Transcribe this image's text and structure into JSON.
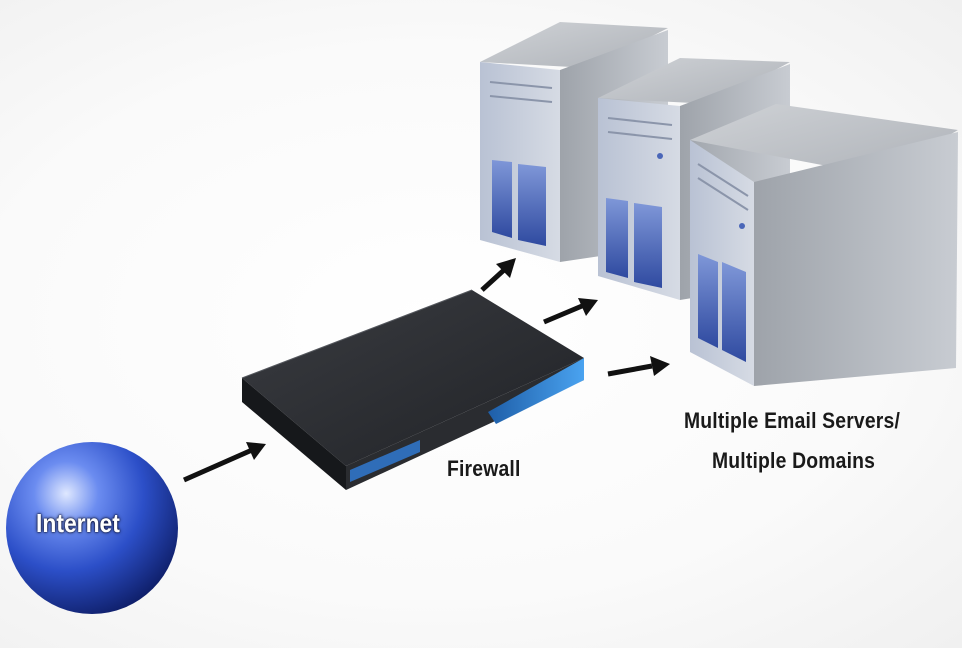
{
  "labels": {
    "internet": "Internet",
    "firewall": "Firewall",
    "servers_line1": "Multiple Email Servers/",
    "servers_line2": "Multiple Domains"
  },
  "colors": {
    "globe": "#2c4fc8",
    "firewall_body": "#2a2c30",
    "firewall_accent": "#3a8ad8",
    "server_body": "#c4c7cc",
    "server_panel": "#4a66b8",
    "arrow": "#111111"
  }
}
